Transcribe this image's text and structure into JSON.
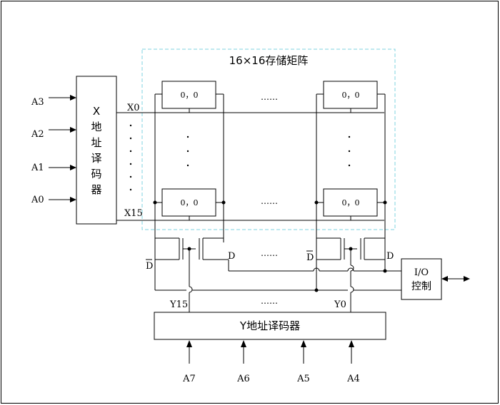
{
  "matrix": {
    "title": "16×16存储矩阵",
    "cell_label": "0，0",
    "ellipsis": "……",
    "border_color": "#7fd3e0"
  },
  "x_decoder": {
    "label_lines": [
      "X",
      "地",
      "址",
      "译",
      "码",
      "器"
    ],
    "inputs": [
      "A3",
      "A2",
      "A1",
      "A0"
    ],
    "outputs": [
      "X0",
      "X15"
    ]
  },
  "y_decoder": {
    "label": "Y地址译码器",
    "inputs": [
      "A7",
      "A6",
      "A5",
      "A4"
    ],
    "outputs": [
      "Y15",
      "Y0"
    ]
  },
  "bitline_labels": {
    "d": "D",
    "d_bar": "D"
  },
  "io": {
    "label_top": "I/O",
    "label_bottom": "控制"
  }
}
